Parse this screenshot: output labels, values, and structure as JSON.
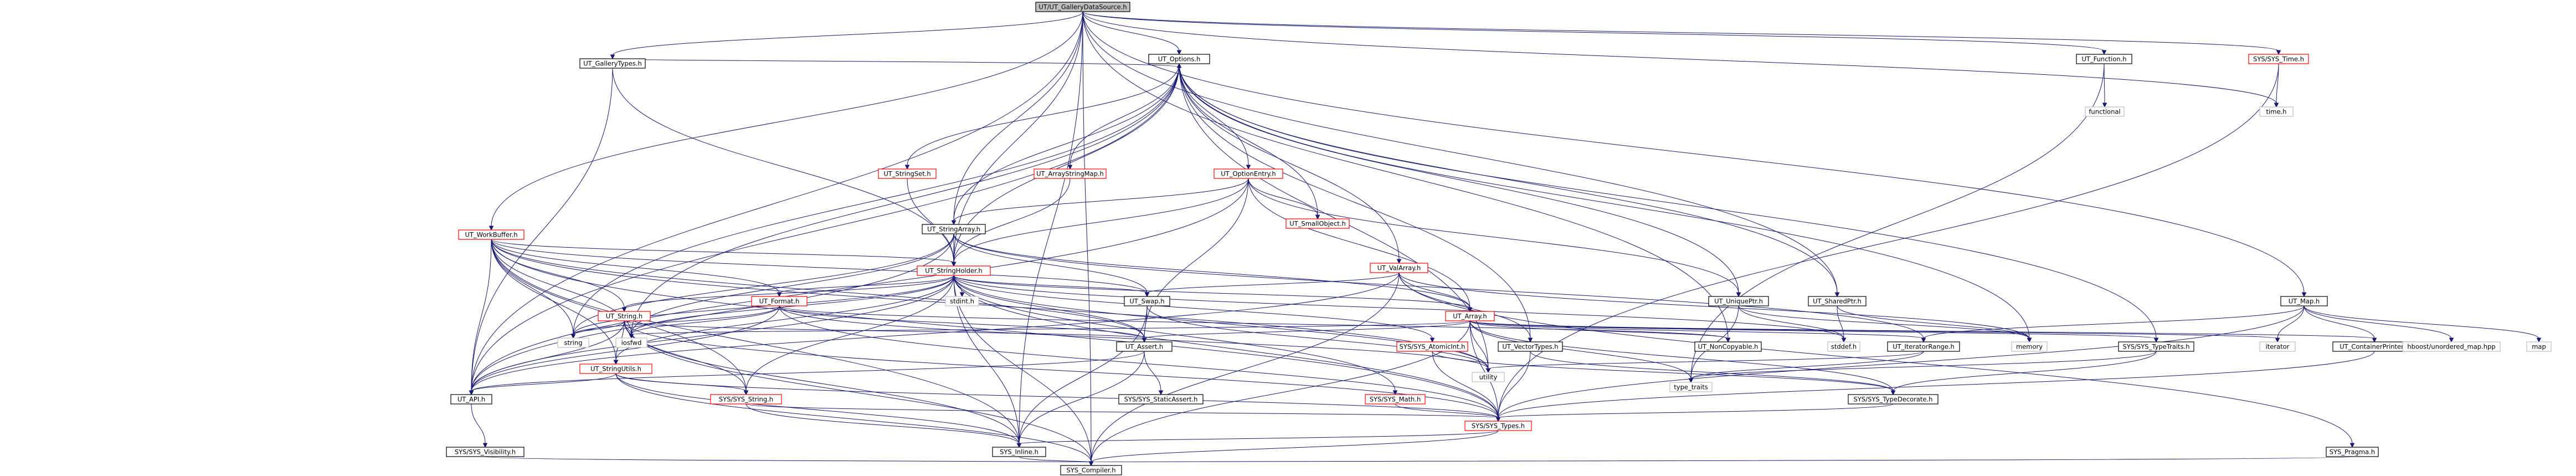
{
  "title": "UT/UT_GalleryDataSource.h",
  "colors": {
    "node_border_red": "#ff0000",
    "node_border_black": "#000000",
    "node_border_gray": "#bfbfbf",
    "root_fill": "#bfbfbf",
    "edge": "#191970"
  },
  "nodes": [
    {
      "id": "root",
      "label": "UT/UT_GalleryDataSource.h",
      "kind": "root"
    },
    {
      "id": "gallerytypes",
      "label": "UT_GalleryTypes.h",
      "kind": "black"
    },
    {
      "id": "options",
      "label": "UT_Options.h",
      "kind": "black"
    },
    {
      "id": "workbuffer",
      "label": "UT_WorkBuffer.h",
      "kind": "red"
    },
    {
      "id": "stringset",
      "label": "UT_StringSet.h",
      "kind": "red"
    },
    {
      "id": "arraystringmap",
      "label": "UT_ArrayStringMap.h",
      "kind": "red"
    },
    {
      "id": "optionentry",
      "label": "UT_OptionEntry.h",
      "kind": "red"
    },
    {
      "id": "smallobject",
      "label": "UT_SmallObject.h",
      "kind": "red"
    },
    {
      "id": "stringarray",
      "label": "UT_StringArray.h",
      "kind": "black"
    },
    {
      "id": "stringholder",
      "label": "UT_StringHolder.h",
      "kind": "red"
    },
    {
      "id": "valarray",
      "label": "UT_ValArray.h",
      "kind": "red"
    },
    {
      "id": "utstring",
      "label": "UT_String.h",
      "kind": "red"
    },
    {
      "id": "format",
      "label": "UT_Format.h",
      "kind": "red"
    },
    {
      "id": "stdint",
      "label": "stdint.h",
      "kind": "gray"
    },
    {
      "id": "swap",
      "label": "UT_Swap.h",
      "kind": "black"
    },
    {
      "id": "array",
      "label": "UT_Array.h",
      "kind": "red"
    },
    {
      "id": "uniqueptr",
      "label": "UT_UniquePtr.h",
      "kind": "black"
    },
    {
      "id": "sharedptr",
      "label": "UT_SharedPtr.h",
      "kind": "black"
    },
    {
      "id": "stringutils",
      "label": "UT_StringUtils.h",
      "kind": "red"
    },
    {
      "id": "string",
      "label": "string",
      "kind": "gray"
    },
    {
      "id": "iosfwd",
      "label": "iosfwd",
      "kind": "gray"
    },
    {
      "id": "assert",
      "label": "UT_Assert.h",
      "kind": "black"
    },
    {
      "id": "atomicint",
      "label": "SYS/SYS_AtomicInt.h",
      "kind": "red"
    },
    {
      "id": "vectortypes",
      "label": "UT_VectorTypes.h",
      "kind": "black"
    },
    {
      "id": "noncopyable",
      "label": "UT_NonCopyable.h",
      "kind": "black"
    },
    {
      "id": "stddef",
      "label": "stddef.h",
      "kind": "gray"
    },
    {
      "id": "iteratorrange",
      "label": "UT_IteratorRange.h",
      "kind": "black"
    },
    {
      "id": "memory",
      "label": "memory",
      "kind": "gray"
    },
    {
      "id": "typetraits",
      "label": "SYS/SYS_TypeTraits.h",
      "kind": "black"
    },
    {
      "id": "iterator",
      "label": "iterator",
      "kind": "gray"
    },
    {
      "id": "containerprinter",
      "label": "UT_ContainerPrinter.h",
      "kind": "black"
    },
    {
      "id": "map",
      "label": "UT_Map.h",
      "kind": "black"
    },
    {
      "id": "hboost",
      "label": "hboost/unordered_map.hpp",
      "kind": "gray"
    },
    {
      "id": "stdmap",
      "label": "map",
      "kind": "gray"
    },
    {
      "id": "function",
      "label": "UT_Function.h",
      "kind": "black"
    },
    {
      "id": "functional",
      "label": "functional",
      "kind": "gray"
    },
    {
      "id": "systime",
      "label": "SYS/SYS_Time.h",
      "kind": "red"
    },
    {
      "id": "timeh",
      "label": "time.h",
      "kind": "gray"
    },
    {
      "id": "utapi",
      "label": "UT_API.h",
      "kind": "black"
    },
    {
      "id": "sysstring",
      "label": "SYS/SYS_String.h",
      "kind": "red"
    },
    {
      "id": "staticassert",
      "label": "SYS/SYS_StaticAssert.h",
      "kind": "black"
    },
    {
      "id": "sysmath",
      "label": "SYS/SYS_Math.h",
      "kind": "red"
    },
    {
      "id": "utility",
      "label": "utility",
      "kind": "gray"
    },
    {
      "id": "std_typetraits",
      "label": "type_traits",
      "kind": "gray"
    },
    {
      "id": "typedecorate",
      "label": "SYS/SYS_TypeDecorate.h",
      "kind": "black"
    },
    {
      "id": "systypes",
      "label": "SYS/SYS_Types.h",
      "kind": "red"
    },
    {
      "id": "visibility",
      "label": "SYS/SYS_Visibility.h",
      "kind": "black"
    },
    {
      "id": "inline",
      "label": "SYS_Inline.h",
      "kind": "black"
    },
    {
      "id": "pragma",
      "label": "SYS_Pragma.h",
      "kind": "black"
    },
    {
      "id": "compiler",
      "label": "SYS_Compiler.h",
      "kind": "black"
    }
  ],
  "edges": [
    [
      "root",
      "gallerytypes"
    ],
    [
      "root",
      "options"
    ],
    [
      "root",
      "workbuffer"
    ],
    [
      "root",
      "stringholder"
    ],
    [
      "root",
      "stringarray"
    ],
    [
      "root",
      "function"
    ],
    [
      "root",
      "map"
    ],
    [
      "root",
      "systime"
    ],
    [
      "root",
      "timeh"
    ],
    [
      "root",
      "utapi"
    ],
    [
      "root",
      "inline"
    ],
    [
      "root",
      "compiler"
    ],
    [
      "root",
      "sharedptr"
    ],
    [
      "root",
      "noncopyable"
    ],
    [
      "gallerytypes",
      "options"
    ],
    [
      "gallerytypes",
      "stringholder"
    ],
    [
      "gallerytypes",
      "utapi"
    ],
    [
      "options",
      "stringset"
    ],
    [
      "options",
      "arraystringmap"
    ],
    [
      "options",
      "optionentry"
    ],
    [
      "options",
      "smallobject"
    ],
    [
      "options",
      "stringarray"
    ],
    [
      "options",
      "stringholder"
    ],
    [
      "options",
      "valarray"
    ],
    [
      "options",
      "uniqueptr"
    ],
    [
      "options",
      "sharedptr"
    ],
    [
      "options",
      "vectortypes"
    ],
    [
      "options",
      "typetraits"
    ],
    [
      "options",
      "memory"
    ],
    [
      "options",
      "string"
    ],
    [
      "options",
      "iosfwd"
    ],
    [
      "options",
      "utapi"
    ],
    [
      "options",
      "utility"
    ],
    [
      "stringset",
      "stringholder"
    ],
    [
      "arraystringmap",
      "stringholder"
    ],
    [
      "optionentry",
      "stringholder"
    ],
    [
      "optionentry",
      "stringarray"
    ],
    [
      "optionentry",
      "smallobject"
    ],
    [
      "optionentry",
      "uniqueptr"
    ],
    [
      "optionentry",
      "array"
    ],
    [
      "optionentry",
      "utapi"
    ],
    [
      "optionentry",
      "assert"
    ],
    [
      "workbuffer",
      "stringholder"
    ],
    [
      "workbuffer",
      "format"
    ],
    [
      "workbuffer",
      "utstring"
    ],
    [
      "workbuffer",
      "stringutils"
    ],
    [
      "workbuffer",
      "assert"
    ],
    [
      "workbuffer",
      "swap"
    ],
    [
      "workbuffer",
      "utapi"
    ],
    [
      "workbuffer",
      "iosfwd"
    ],
    [
      "workbuffer",
      "string"
    ],
    [
      "workbuffer",
      "systypes"
    ],
    [
      "workbuffer",
      "sysstring"
    ],
    [
      "workbuffer",
      "inline"
    ],
    [
      "workbuffer",
      "utility"
    ],
    [
      "stringarray",
      "stringholder"
    ],
    [
      "stringarray",
      "array"
    ],
    [
      "stringarray",
      "swap"
    ],
    [
      "stringarray",
      "utapi"
    ],
    [
      "stringarray",
      "iosfwd"
    ],
    [
      "stringarray",
      "string"
    ],
    [
      "stringarray",
      "iteratorrange"
    ],
    [
      "stringholder",
      "utstring"
    ],
    [
      "stringholder",
      "format"
    ],
    [
      "stringholder",
      "stdint"
    ],
    [
      "stringholder",
      "swap"
    ],
    [
      "stringholder",
      "array"
    ],
    [
      "stringholder",
      "assert"
    ],
    [
      "stringholder",
      "utapi"
    ],
    [
      "stringholder",
      "iosfwd"
    ],
    [
      "stringholder",
      "string"
    ],
    [
      "stringholder",
      "stringutils"
    ],
    [
      "stringholder",
      "sysstring"
    ],
    [
      "stringholder",
      "systypes"
    ],
    [
      "stringholder",
      "sysmath"
    ],
    [
      "stringholder",
      "atomicint"
    ],
    [
      "stringholder",
      "inline"
    ],
    [
      "stringholder",
      "utility"
    ],
    [
      "stringholder",
      "stddef"
    ],
    [
      "stringholder",
      "compiler"
    ],
    [
      "valarray",
      "array"
    ],
    [
      "valarray",
      "swap"
    ],
    [
      "valarray",
      "vectortypes"
    ],
    [
      "valarray",
      "utapi"
    ],
    [
      "valarray",
      "memory"
    ],
    [
      "valarray",
      "compiler"
    ],
    [
      "valarray",
      "pragma"
    ],
    [
      "utstring",
      "assert"
    ],
    [
      "utstring",
      "stringutils"
    ],
    [
      "utstring",
      "sysstring"
    ],
    [
      "utstring",
      "utapi"
    ],
    [
      "utstring",
      "iosfwd"
    ],
    [
      "utstring",
      "string"
    ],
    [
      "utstring",
      "systypes"
    ],
    [
      "utstring",
      "inline"
    ],
    [
      "utstring",
      "compiler"
    ],
    [
      "format",
      "assert"
    ],
    [
      "format",
      "noncopyable"
    ],
    [
      "format",
      "utapi"
    ],
    [
      "format",
      "iosfwd"
    ],
    [
      "format",
      "string"
    ],
    [
      "format",
      "systypes"
    ],
    [
      "format",
      "utility"
    ],
    [
      "swap",
      "assert"
    ],
    [
      "swap",
      "utility"
    ],
    [
      "swap",
      "inline"
    ],
    [
      "array",
      "assert"
    ],
    [
      "array",
      "containerprinter"
    ],
    [
      "array",
      "iteratorrange"
    ],
    [
      "array",
      "noncopyable"
    ],
    [
      "array",
      "typetraits"
    ],
    [
      "array",
      "typedecorate"
    ],
    [
      "array",
      "systypes"
    ],
    [
      "array",
      "compiler"
    ],
    [
      "array",
      "iterator"
    ],
    [
      "array",
      "std_typetraits"
    ],
    [
      "array",
      "utility"
    ],
    [
      "array",
      "iosfwd"
    ],
    [
      "uniqueptr",
      "memory"
    ],
    [
      "uniqueptr",
      "stddef"
    ],
    [
      "uniqueptr",
      "std_typetraits"
    ],
    [
      "sharedptr",
      "memory"
    ],
    [
      "sharedptr",
      "stddef"
    ],
    [
      "stringutils",
      "utapi"
    ],
    [
      "stringutils",
      "sysstring"
    ],
    [
      "stringutils",
      "systypes"
    ],
    [
      "stringutils",
      "inline"
    ],
    [
      "stringutils",
      "compiler"
    ],
    [
      "assert",
      "utapi"
    ],
    [
      "assert",
      "staticassert"
    ],
    [
      "assert",
      "inline"
    ],
    [
      "atomicint",
      "systypes"
    ],
    [
      "atomicint",
      "typedecorate"
    ],
    [
      "vectortypes",
      "systypes"
    ],
    [
      "vectortypes",
      "typedecorate"
    ],
    [
      "iteratorrange",
      "std_typetraits"
    ],
    [
      "iteratorrange",
      "utility"
    ],
    [
      "typetraits",
      "typedecorate"
    ],
    [
      "typetraits",
      "std_typetraits"
    ],
    [
      "containerprinter",
      "systypes"
    ],
    [
      "map",
      "containerprinter"
    ],
    [
      "map",
      "iteratorrange"
    ],
    [
      "map",
      "hboost"
    ],
    [
      "map",
      "stdmap"
    ],
    [
      "map",
      "iterator"
    ],
    [
      "map",
      "systypes"
    ],
    [
      "function",
      "functional"
    ],
    [
      "function",
      "std_typetraits"
    ],
    [
      "systime",
      "timeh"
    ],
    [
      "systime",
      "systypes"
    ],
    [
      "utapi",
      "visibility"
    ],
    [
      "sysstring",
      "systypes"
    ],
    [
      "sysstring",
      "inline"
    ],
    [
      "sysmath",
      "systypes"
    ],
    [
      "typedecorate",
      "systypes"
    ],
    [
      "systypes",
      "inline"
    ],
    [
      "systypes",
      "compiler"
    ],
    [
      "visibility",
      "compiler"
    ],
    [
      "inline",
      "compiler"
    ],
    [
      "pragma",
      "compiler"
    ]
  ]
}
